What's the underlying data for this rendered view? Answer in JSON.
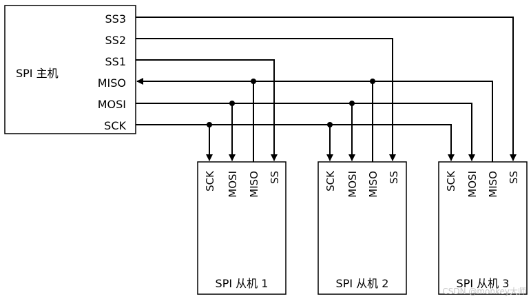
{
  "master": {
    "label": "SPI 主机",
    "pins": [
      "SS3",
      "SS2",
      "SS1",
      "MISO",
      "MOSI",
      "SCK"
    ]
  },
  "slaves": [
    {
      "label": "SPI 从机 1",
      "pins": [
        "SCK",
        "MOSI",
        "MISO",
        "SS"
      ]
    },
    {
      "label": "SPI 从机 2",
      "pins": [
        "SCK",
        "MOSI",
        "MISO",
        "SS"
      ]
    },
    {
      "label": "SPI 从机 3",
      "pins": [
        "SCK",
        "MOSI",
        "MISO",
        "SS"
      ]
    }
  ],
  "watermark": "CSDN @monkey大师"
}
